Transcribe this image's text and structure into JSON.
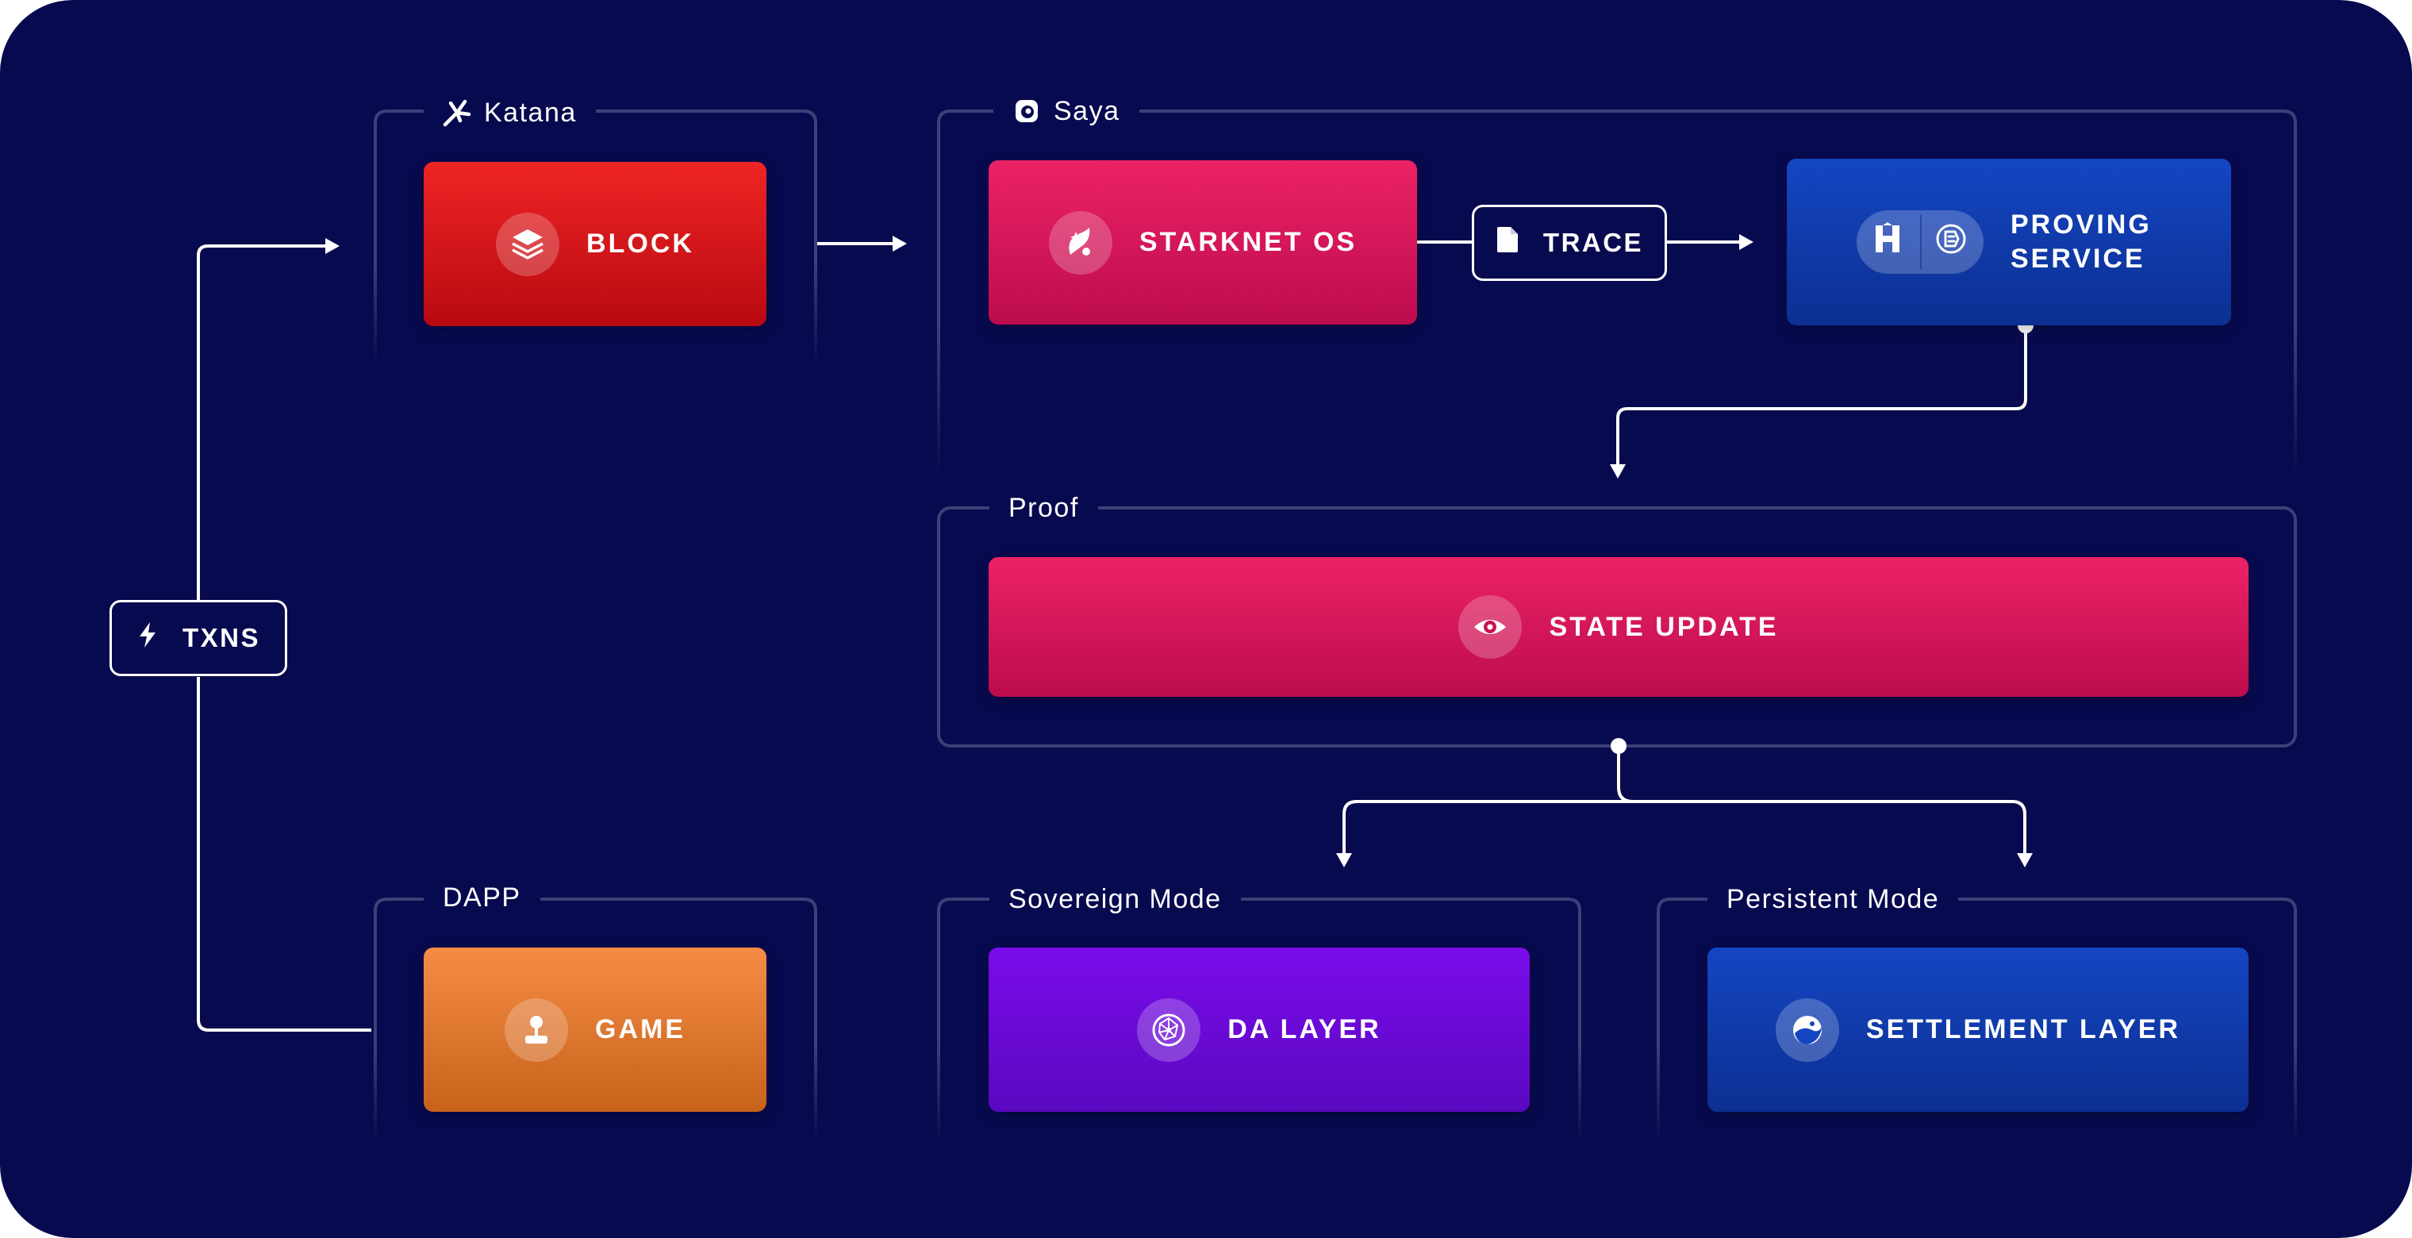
{
  "groups": {
    "katana": "Katana",
    "saya": "Saya",
    "proof": "Proof",
    "dapp": "DAPP",
    "sovereign": "Sovereign Mode",
    "persistent": "Persistent Mode"
  },
  "nodes": {
    "block": "BLOCK",
    "starknet_os": "STARKNET OS",
    "trace": "TRACE",
    "proving_service": "PROVING SERVICE",
    "state_update": "STATE UPDATE",
    "txns": "TXNS",
    "game": "GAME",
    "da_layer": "DA LAYER",
    "settlement_layer": "SETTLEMENT LAYER"
  },
  "icons": {
    "katana": "katana-logo-icon",
    "saya": "saya-logo-icon",
    "block": "layers-icon",
    "starknet_os": "starknet-logo-icon",
    "trace": "document-icon",
    "proving_service": [
      "herodotus-logo-icon",
      "prover-logo-icon"
    ],
    "state_update": "eye-icon",
    "txns": "lightning-icon",
    "game": "joystick-icon",
    "da_layer": "globe-network-icon",
    "settlement_layer": "ethereum-swirl-icon"
  },
  "colors": {
    "background": "#080a4f",
    "group_border": "#3a4178",
    "block": [
      "#ee2424",
      "#b80a10"
    ],
    "starknet_os": [
      "#ec2266",
      "#bc0c4e"
    ],
    "state_update": [
      "#ec2266",
      "#bc0c4e"
    ],
    "proving_service": [
      "#1446c2",
      "#0c2f92"
    ],
    "game": [
      "#f58c46",
      "#c7621a"
    ],
    "da_layer": [
      "#7a0cea",
      "#5a08c0"
    ],
    "settlement_layer": [
      "#1446c2",
      "#0c2f92"
    ]
  }
}
